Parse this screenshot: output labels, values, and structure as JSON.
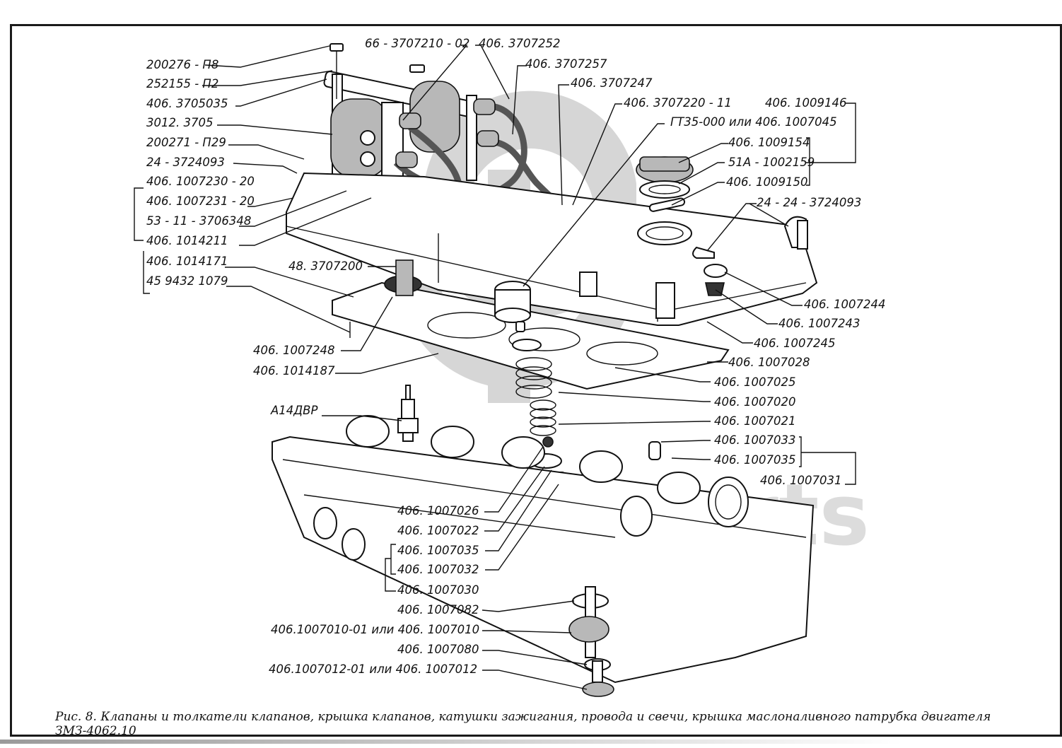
{
  "figure": {
    "caption": "Рис. 8. Клапаны и толкатели клапанов, крышка клапанов, катушки зажигания, провода и свечи, крышка маслоналивного патрубка двигателя ЗМЗ-4062.10",
    "watermark_logo": "dp",
    "watermark_text": "data-parts"
  },
  "labels": {
    "left_top": [
      "200276 - П8",
      "252155 - П2",
      "406. 3705035",
      "3012. 3705",
      "200271 - П29",
      "24 - 3724093"
    ],
    "left_group": [
      "406. 1007230 - 20",
      "406. 1007231 - 20",
      "53 - 11 - 3706348",
      "406. 1014211",
      "406. 1014171",
      "45 9432 1079"
    ],
    "top_center": [
      "66 - 3707210 - 02",
      "406. 3707252",
      "406. 3707257",
      "406. 3707247",
      "406. 3707220 - 11",
      "ГТ35-000 или 406. 1007045"
    ],
    "top_right": [
      "406. 1009146",
      "406. 1009154",
      "51А - 1002159",
      "406. 1009150",
      "24 - 24 - 3724093"
    ],
    "middle": [
      "48. 3707200",
      "406. 1007248",
      "406. 1014187",
      "А14ДВР"
    ],
    "right": [
      "406. 1007244",
      "406. 1007243",
      "406. 1007245",
      "406. 1007028",
      "406. 1007025",
      "406. 1007020",
      "406. 1007021",
      "406. 1007033",
      "406. 1007035",
      "406. 1007031"
    ],
    "bottom_center": [
      "406. 1007026",
      "406. 1007022",
      "406. 1007035",
      "406. 1007032",
      "406. 1007030",
      "406. 1007082",
      "406.1007010-01 или 406. 1007010",
      "406. 1007080",
      "406.1007012-01 или 406. 1007012"
    ]
  }
}
